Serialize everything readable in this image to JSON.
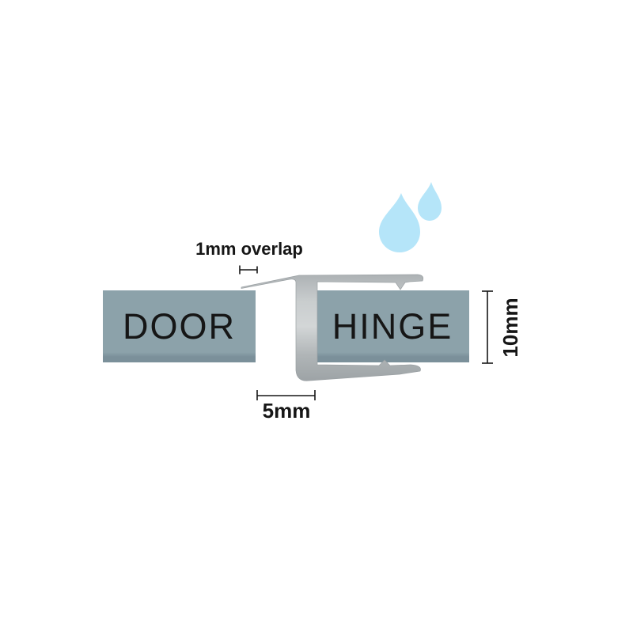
{
  "diagram": {
    "type": "shower-seal-cross-section",
    "panels": [
      {
        "label": "DOOR"
      },
      {
        "label": "HINGE"
      }
    ],
    "annotations": {
      "overlap_label": "1mm overlap",
      "gap_label": "5mm",
      "height_label": "10mm"
    },
    "icons": [
      {
        "name": "water-droplet-large-icon"
      },
      {
        "name": "water-droplet-small-icon"
      },
      {
        "name": "seal-profile-shape"
      }
    ],
    "colors": {
      "glass": "#8ca2aa",
      "glass_edge": "#7b909a",
      "seal": "#b6bbbd",
      "droplet": "#b5e5f9",
      "annotation_text": "#161616"
    }
  }
}
